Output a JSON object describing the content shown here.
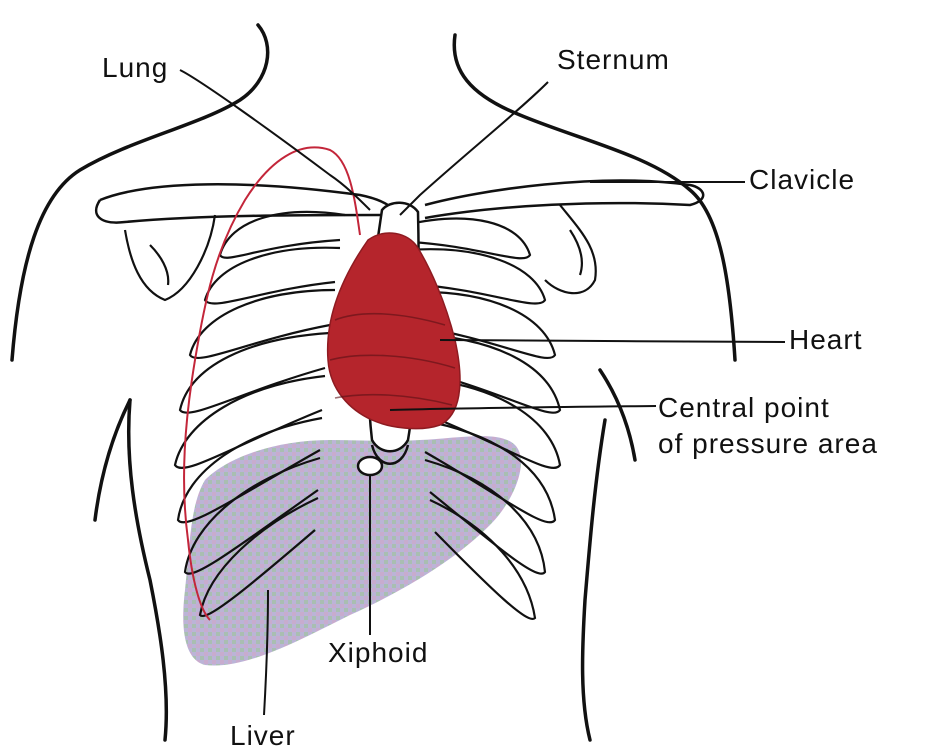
{
  "labels": {
    "lung": "Lung",
    "sternum": "Sternum",
    "clavicle": "Clavicle",
    "heart": "Heart",
    "central_line1": "Central point",
    "central_line2": "of pressure area",
    "xiphoid": "Xiphoid",
    "liver": "Liver"
  },
  "colors": {
    "heart": "#b5252c",
    "lung_outline": "#c3263a",
    "liver": "#9a8fb8",
    "outline": "#111111"
  }
}
